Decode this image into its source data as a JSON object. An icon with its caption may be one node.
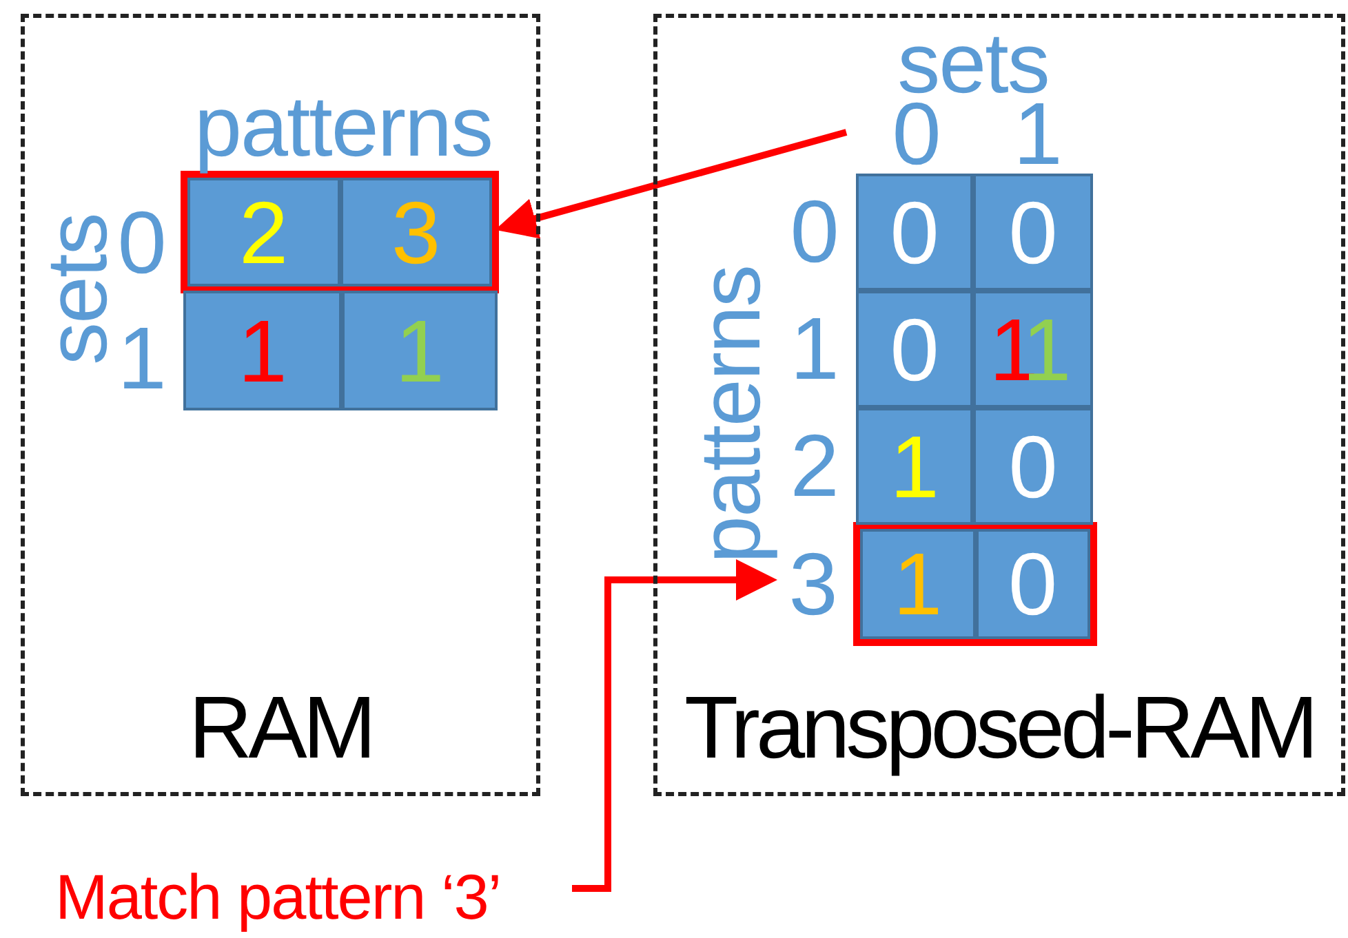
{
  "diagram": {
    "nodes": [
      {
        "text": [
          "RAM"
        ]
      },
      {
        "text": [
          "Transposed-RAM"
        ]
      },
      {
        "text": [
          "2",
          "3"
        ],
        "in": 0
      },
      {
        "text": [
          "3"
        ],
        "in": 1
      },
      {
        "text": [
          "1",
          "0"
        ],
        "in": 1
      },
      {
        "text": [
          "Match pattern ‘3’"
        ]
      }
    ],
    "edges": [
      {
        "from": null,
        "to": 2,
        "arrow": "to"
      },
      {
        "from": 5,
        "to": 3,
        "arrow": "to"
      }
    ],
    "labels": [
      "patterns",
      "sets",
      "0",
      "1",
      "1",
      "1",
      "sets",
      "0",
      "1",
      "patterns",
      "0",
      "0",
      "0",
      "1",
      "0",
      "1",
      "1",
      "2",
      "1",
      "0"
    ]
  }
}
